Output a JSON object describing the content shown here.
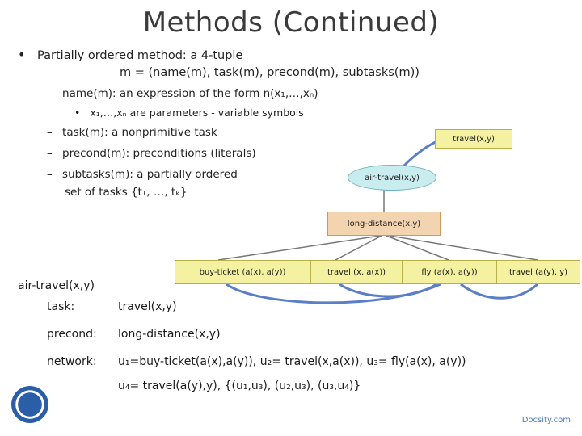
{
  "title": "Methods (Continued)",
  "bullets": {
    "b1": "Partially ordered method: a 4-tuple",
    "b1_formula": "m = (name(m), task(m), precond(m), subtasks(m))",
    "name": "name(m): an expression of the form n(x₁,…,xₙ)",
    "params": "x₁,…,xₙ are parameters - variable symbols",
    "task": "task(m): a nonprimitive task",
    "precond": "precond(m): preconditions (literals)",
    "subtasks_1": "subtasks(m): a partially ordered",
    "subtasks_2": "set of tasks {t₁, …, tₖ}"
  },
  "diagram": {
    "travel_node": "travel(x,y)",
    "method_node": "air-travel(x,y)",
    "precond_node": "long-distance(x,y)",
    "subtask_1": "buy-ticket (a(x), a(y))",
    "subtask_2": "travel (x, a(x))",
    "subtask_3": "fly (a(x), a(y))",
    "subtask_4": "travel (a(y), y)"
  },
  "method": {
    "header": "air-travel(x,y)",
    "task_label": "task:",
    "task_value": "travel(x,y)",
    "precond_label": "precond:",
    "precond_value": "long-distance(x,y)",
    "network_label": "network:",
    "network_line1": "u₁=buy-ticket(a(x),a(y)), u₂= travel(x,a(x)), u₃= fly(a(x), a(y))",
    "network_line2": "u₄= travel(a(y),y),   {(u₁,u₃), (u₂,u₃), (u₃,u₄)}"
  },
  "footer": "Docsity.com",
  "icons": {
    "logo": "university-seal-icon"
  }
}
